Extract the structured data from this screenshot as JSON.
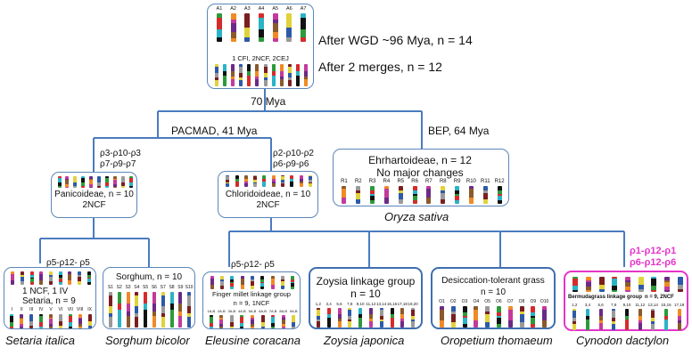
{
  "root": {
    "ancestral_labels": [
      "A1",
      "A2",
      "A3",
      "A4",
      "A5",
      "A6",
      "A7"
    ],
    "wgd_text": "After WGD ~96 Mya, n = 14",
    "events_text": "1 CFI, 2NCF, 2CEJ",
    "merge_text": "After 2 merges, n = 12"
  },
  "branches": {
    "root_age": "70 Mya",
    "pacmad": "PACMAD, 41 Mya",
    "bep": "BEP, 64 Mya"
  },
  "fusions": {
    "panicoid_line1": "ρ3-ρ10-ρ3",
    "panicoid_line2": "ρ7-ρ9-ρ7",
    "chloridoid_line1": "ρ2-ρ10-ρ2",
    "chloridoid_line2": "ρ6-ρ9-ρ6",
    "setaria": "ρ5-ρ12- ρ5",
    "eleusine": "ρ5-ρ12- ρ5",
    "cynodon_line1": "ρ1-ρ12-ρ1",
    "cynodon_line2": "ρ6-ρ12-ρ6"
  },
  "nodes": {
    "ehrhartoideae": {
      "title": "Ehrhartoideae, n = 12",
      "subtitle": "No major changes",
      "chrom_labels": [
        "R1",
        "R2",
        "R3",
        "R4",
        "R5",
        "R6",
        "R7",
        "R8",
        "R9",
        "R10",
        "R11",
        "R12"
      ]
    },
    "panicoideae": {
      "title": "Panicoideae, n = 10",
      "subtitle": "2NCF"
    },
    "chloridoideae": {
      "title": "Chloridoideae, n = 10",
      "subtitle": "2NCF"
    },
    "setaria": {
      "line1": "1 NCF, 1 IV",
      "line2": "Setaria, n = 9",
      "chrom_labels": [
        "I",
        "II",
        "III",
        "IV",
        "V",
        "VI",
        "VII",
        "VIII",
        "IX"
      ]
    },
    "sorghum": {
      "title": "Sorghum, n = 10",
      "chrom_labels": [
        "S1",
        "S2",
        "S3",
        "S4",
        "S5",
        "S6",
        "S7",
        "S8",
        "S9",
        "S10"
      ]
    },
    "finger_millet": {
      "title": "Finger millet linkage group",
      "subtitle": "n = 9, 1NCF",
      "chrom_labels": [
        "1A,B",
        "2A,B",
        "3A,B",
        "4A,B",
        "5A,B",
        "6A,B",
        "7A,B",
        "8A,B",
        "9A,B"
      ]
    },
    "zoysia": {
      "title": "Zoysia linkage group",
      "subtitle": "n = 10",
      "chrom_labels": [
        "1,2",
        "3,4",
        "5,6",
        "7,8",
        "9,10",
        "11,12",
        "13,14",
        "15,16",
        "17,18",
        "19,20"
      ]
    },
    "oropetium": {
      "title": "Desiccation-tolerant grass",
      "subtitle": "n = 10",
      "chrom_labels": [
        "O1",
        "O2",
        "O3",
        "O4",
        "O5",
        "O6",
        "O7",
        "O8",
        "O9",
        "O10"
      ]
    },
    "bermudagrass": {
      "title": "Bermudagrass linkage group",
      "subtitle": "n = 9, 2NCF",
      "chrom_labels": [
        "1,2",
        "3,4",
        "5,6",
        "7,8",
        "9,10",
        "11,12",
        "13,14",
        "15,16",
        "17,18"
      ]
    }
  },
  "species": {
    "oryza": "Oryza sativa",
    "setaria": "Setaria italica",
    "sorghum": "Sorghum bicolor",
    "eleusine": "Eleusine coracana",
    "zoysia": "Zoysia japonica",
    "oropetium": "Oropetium thomaeum",
    "cynodon": "Cynodon dactylon"
  },
  "colors": {
    "box_border": "#5b86b8",
    "line": "#4a7bbf",
    "highlight": "#e535c8",
    "chromosome_palette": [
      "#6b2a86",
      "#2d9a3a",
      "#e0d23a",
      "#8a5a2c",
      "#d52b2b",
      "#2d5aa8",
      "#f08a24",
      "#2bb3c5",
      "#9a9a9a",
      "#c23a9c",
      "#111111",
      "#7a1f1f"
    ]
  }
}
